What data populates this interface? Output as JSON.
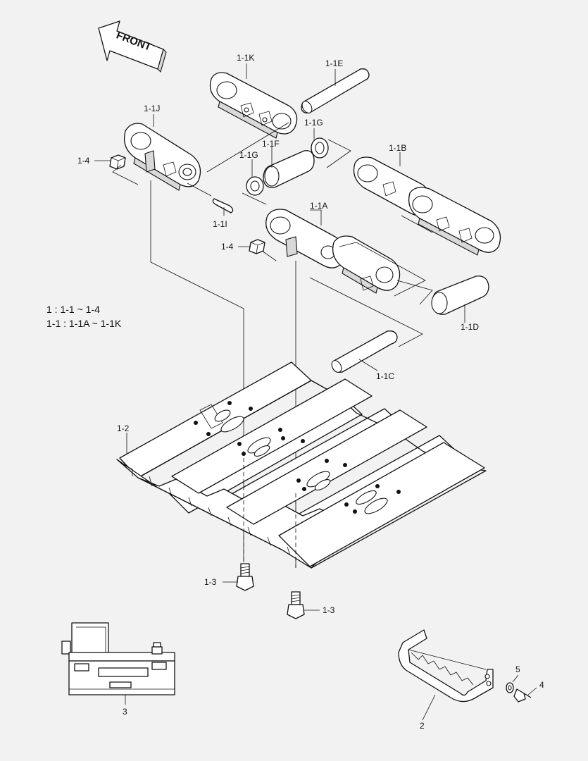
{
  "front_label": "FRONT",
  "notes": [
    "1 : 1-1 ~ 1-4",
    "1-1 : 1-1A ~ 1-1K"
  ],
  "labels": {
    "k": "1-1K",
    "e": "1-1E",
    "j": "1-1J",
    "g_upper": "1-1G",
    "f": "1-1F",
    "g_lower": "1-1G",
    "b": "1-1B",
    "nut_upper": "1-4",
    "i": "1-1I",
    "a": "1-1A",
    "nut_lower": "1-4",
    "d": "1-1D",
    "c": "1-1C",
    "shoe": "1-2",
    "bolt_left": "1-3",
    "bolt_right": "1-3",
    "assembly": "3",
    "guard": "2",
    "washer": "5",
    "guard_bolt": "4"
  }
}
